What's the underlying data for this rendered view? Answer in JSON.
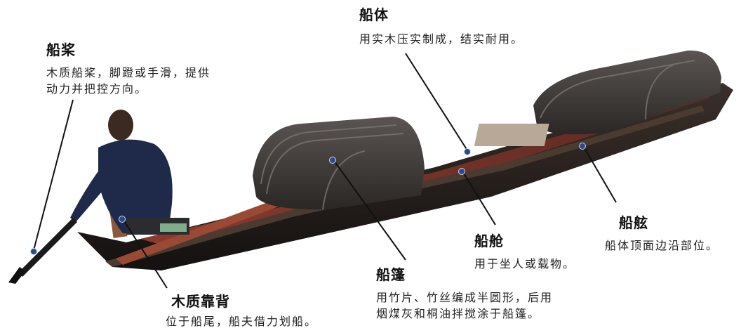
{
  "labels": {
    "oar": {
      "title": "船桨",
      "desc_line1": "木质船桨，脚蹬或手滑，提供",
      "desc_line2": "动力并把控方向。"
    },
    "hull": {
      "title": "船体",
      "desc_line1": "用实木压实制成，结实耐用。"
    },
    "gunwale": {
      "title": "船舷",
      "desc_line1": "船体顶面边沿部位。"
    },
    "cabin": {
      "title": "船舱",
      "desc_line1": "用于坐人或载物。"
    },
    "canopy": {
      "title": "船篷",
      "desc_line1": "用竹片、竹丝编成半圆形，后用",
      "desc_line2": "烟煤灰和桐油拌搅涂于船篷。"
    },
    "backrest": {
      "title": "木质靠背",
      "desc_line1": "位于船尾，船夫借力划船。"
    }
  },
  "colors": {
    "hull_dark": "#2b241f",
    "hull_inner": "#7a2f26",
    "canopy": "#3a3634",
    "wood_light": "#8c5a3a",
    "marker": "#2a4a8a"
  }
}
